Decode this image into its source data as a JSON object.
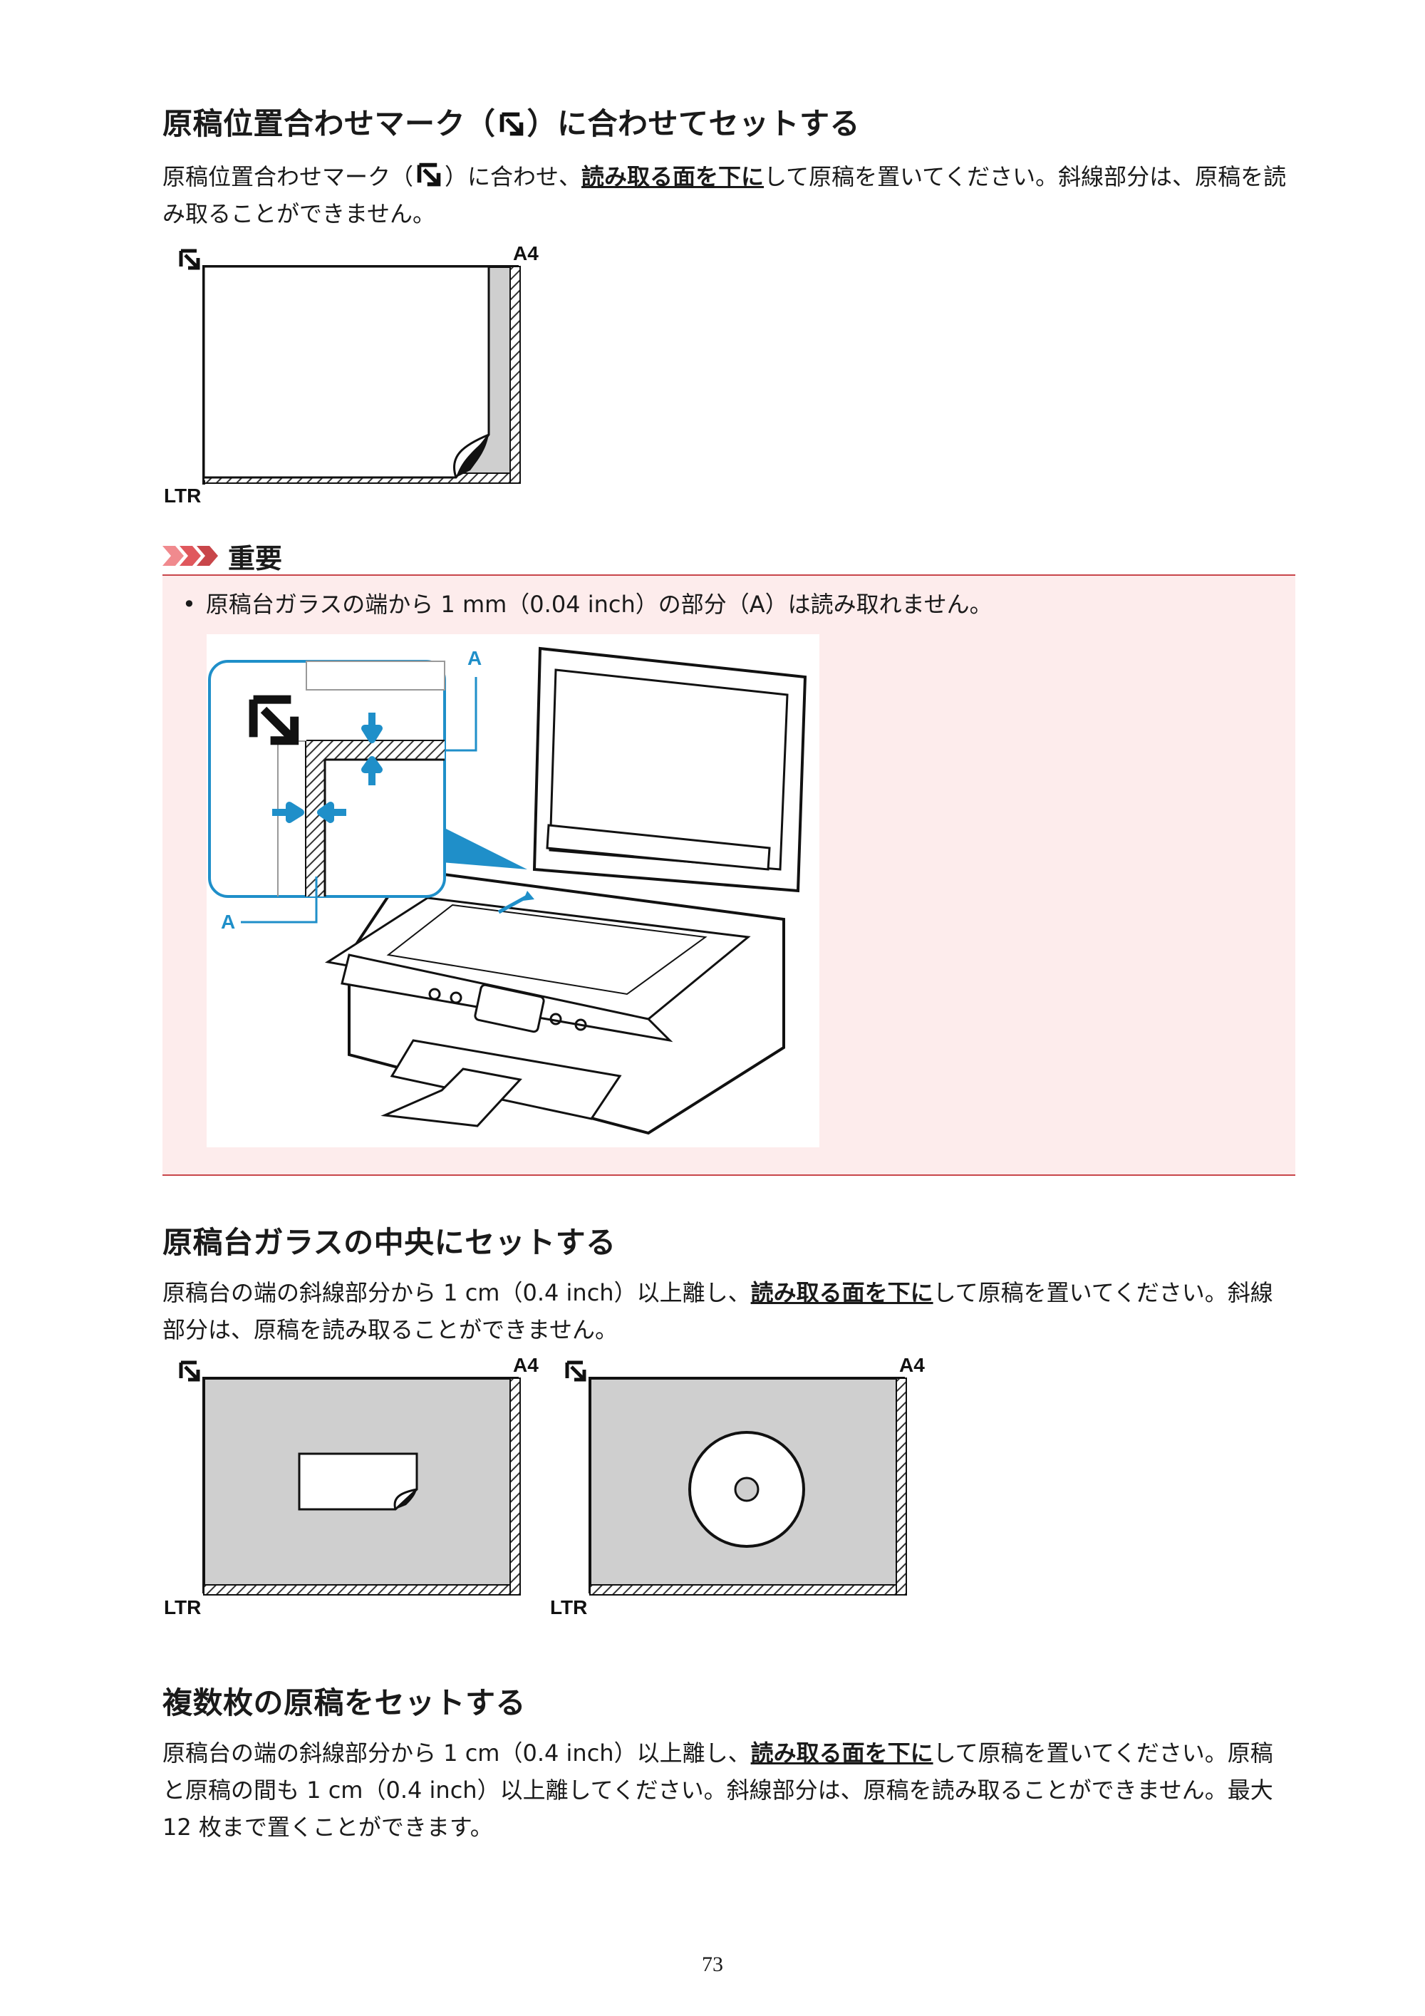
{
  "section1": {
    "heading_pre": "原稿位置合わせマーク（",
    "heading_post": "）に合わせてセットする",
    "para_pre": "原稿位置合わせマーク（",
    "para_mid": "）に合わせ、",
    "para_bold": "読み取る面を下に",
    "para_post": "して原稿を置いてください。斜線部分は、原稿を読み取ることができません。",
    "fig_a4": "A4",
    "fig_ltr": "LTR"
  },
  "important": {
    "title": "重要",
    "bullet": "原稿台ガラスの端から 1 mm（0.04 inch）の部分（A）は読み取れません。",
    "label_a": "A"
  },
  "section2": {
    "heading": "原稿台ガラスの中央にセットする",
    "para_pre": "原稿台の端の斜線部分から 1 cm（0.4 inch）以上離し、",
    "para_bold": "読み取る面を下に",
    "para_post": "して原稿を置いてください。斜線部分は、原稿を読み取ることができません。",
    "fig_a4": "A4",
    "fig_ltr": "LTR"
  },
  "section3": {
    "heading": "複数枚の原稿をセットする",
    "para_pre": "原稿台の端の斜線部分から 1 cm（0.4 inch）以上離し、",
    "para_bold": "読み取る面を下に",
    "para_post": "して原稿を置いてください。原稿と原稿の間も 1 cm（0.4 inch）以上離してください。斜線部分は、原稿を読み取ることができません。最大 12 枚まで置くことができます。"
  },
  "page_number": "73",
  "colors": {
    "accent_red": "#c8464a",
    "note_bg": "#fdecec",
    "arrow_blue": "#1f8fc9",
    "glass_gray": "#cfcfcf"
  }
}
